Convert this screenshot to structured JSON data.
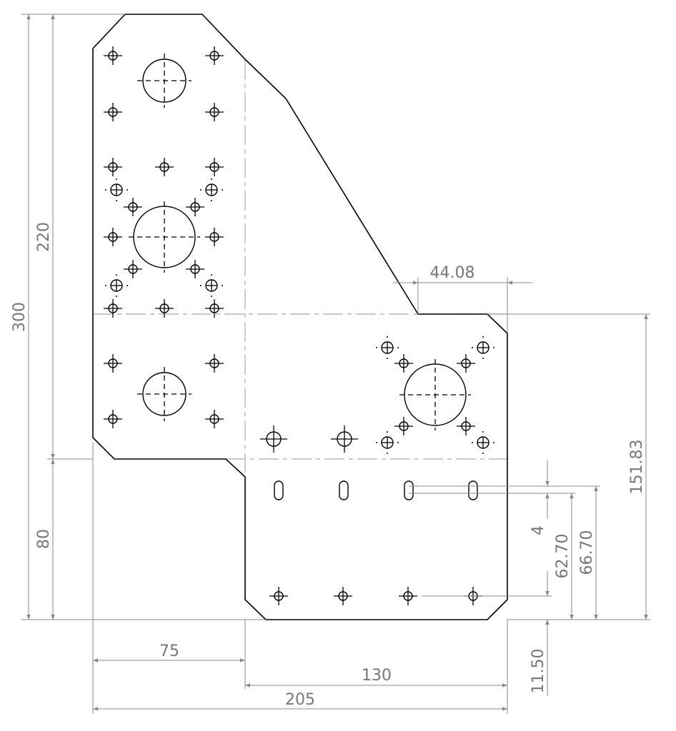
{
  "drawing": {
    "type": "sheet-metal plate technical drawing",
    "units": "mm"
  },
  "dimensions": {
    "overall_height": "300",
    "upper_height": "220",
    "lower_height": "80",
    "left_width": "75",
    "right_width": "130",
    "overall_width": "205",
    "step_offset": "44.08",
    "right_height": "151.83",
    "slot_top": "66.70",
    "slot_bottom": "62.70",
    "slot_length": "4",
    "hole_row_height": "11.50"
  }
}
